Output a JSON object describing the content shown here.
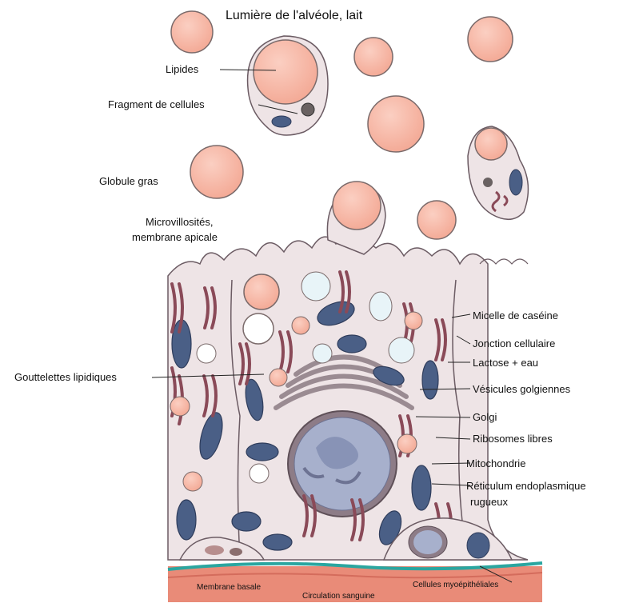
{
  "title": "Lumière de l'alvéole, lait",
  "labels": {
    "lipides": "Lipides",
    "fragment": "Fragment de cellules",
    "globule": "Globule gras",
    "microvillosites_1": "Microvillosités,",
    "microvillosites_2": "membrane apicale",
    "gouttelettes": "Gouttelettes lipidiques",
    "micelle": "Micelle de caséine",
    "jonction": "Jonction cellulaire",
    "lactose": "Lactose + eau",
    "vesicules": "Vésicules golgiennes",
    "golgi": "Golgi",
    "ribosomes": "Ribosomes libres",
    "mitochondrie": "Mitochondrie",
    "reticulum_1": "Réticulum endoplasmique",
    "reticulum_2": "rugueux",
    "membrane_basale": "Membrane basale",
    "circulation": "Circulation sanguine",
    "myoepitheliales": "Cellules myoépithéliales"
  },
  "colors": {
    "lipid_fill": "#f6b6a4",
    "lipid_stroke": "#7a6a6a",
    "cytoplasm": "#eee4e6",
    "cell_outline": "#6b5b63",
    "mitochondria": "#4a5f86",
    "rer": "#8a4a58",
    "nucleus": "#a7b0cc",
    "blood": "#e98b78",
    "basal_membrane": "#2aa6a0"
  }
}
